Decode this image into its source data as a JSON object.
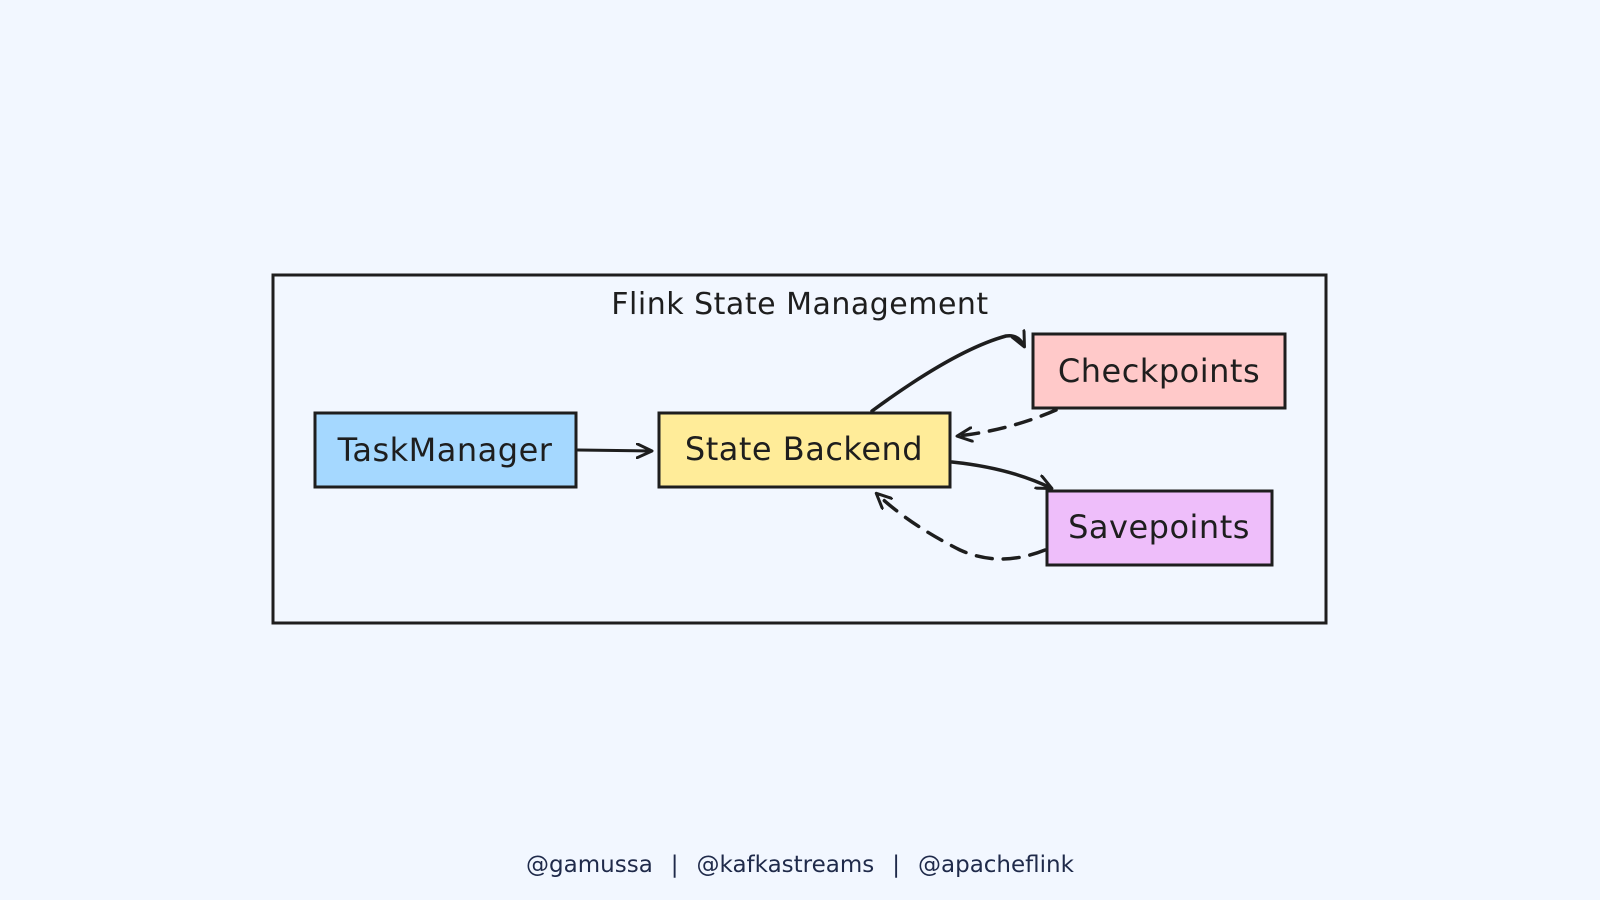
{
  "diagram": {
    "title": "Flink State Management",
    "nodes": {
      "taskmanager": {
        "label": "TaskManager",
        "fill": "#a5d8ff"
      },
      "state_backend": {
        "label": "State Backend",
        "fill": "#ffec99"
      },
      "checkpoints": {
        "label": "Checkpoints",
        "fill": "#ffc9c9"
      },
      "savepoints": {
        "label": "Savepoints",
        "fill": "#eebefa"
      }
    },
    "edges": [
      {
        "from": "taskmanager",
        "to": "state_backend",
        "style": "solid"
      },
      {
        "from": "state_backend",
        "to": "checkpoints",
        "style": "solid"
      },
      {
        "from": "checkpoints",
        "to": "state_backend",
        "style": "dashed"
      },
      {
        "from": "state_backend",
        "to": "savepoints",
        "style": "solid"
      },
      {
        "from": "savepoints",
        "to": "state_backend",
        "style": "dashed"
      }
    ]
  },
  "footer": {
    "handle_1": "@gamussa",
    "separator": "|",
    "handle_2": "@kafkastreams",
    "handle_3": "@apacheflink"
  },
  "colors": {
    "background": "#f2f7ff",
    "stroke": "#1e1e1e",
    "footer_text": "#1f2a4a"
  }
}
